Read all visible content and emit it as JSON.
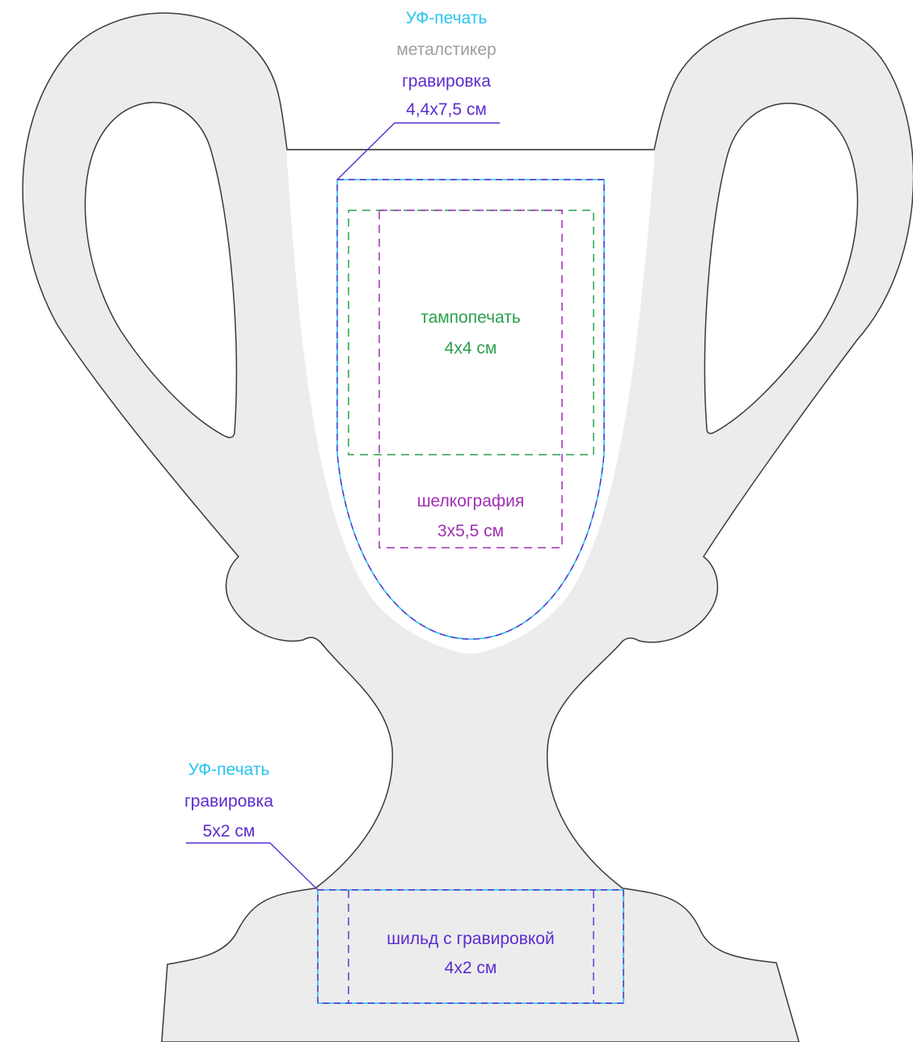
{
  "colors": {
    "uv": "#29c4ee",
    "sticker": "#9e9e9e",
    "engrave": "#5a2ccf",
    "pad": "#2aa14e",
    "silk": "#a02fb3",
    "fill": "#ececec",
    "stroke": "#3a3a3a"
  },
  "top_zone": {
    "uv_label": "УФ-печать",
    "sticker_label": "металстикер",
    "engrave_label": "гравировка",
    "size_label": "4,4х7,5 см"
  },
  "pad_zone": {
    "label": "тампопечать",
    "size_label": "4х4 см"
  },
  "silk_zone": {
    "label": "шелкография",
    "size_label": "3х5,5 см"
  },
  "bottom_zone": {
    "uv_label": "УФ-печать",
    "engrave_label": "гравировка",
    "size_label": "5х2 см"
  },
  "plate_zone": {
    "label": "шильд с гравировкой",
    "size_label": "4х2 см"
  }
}
